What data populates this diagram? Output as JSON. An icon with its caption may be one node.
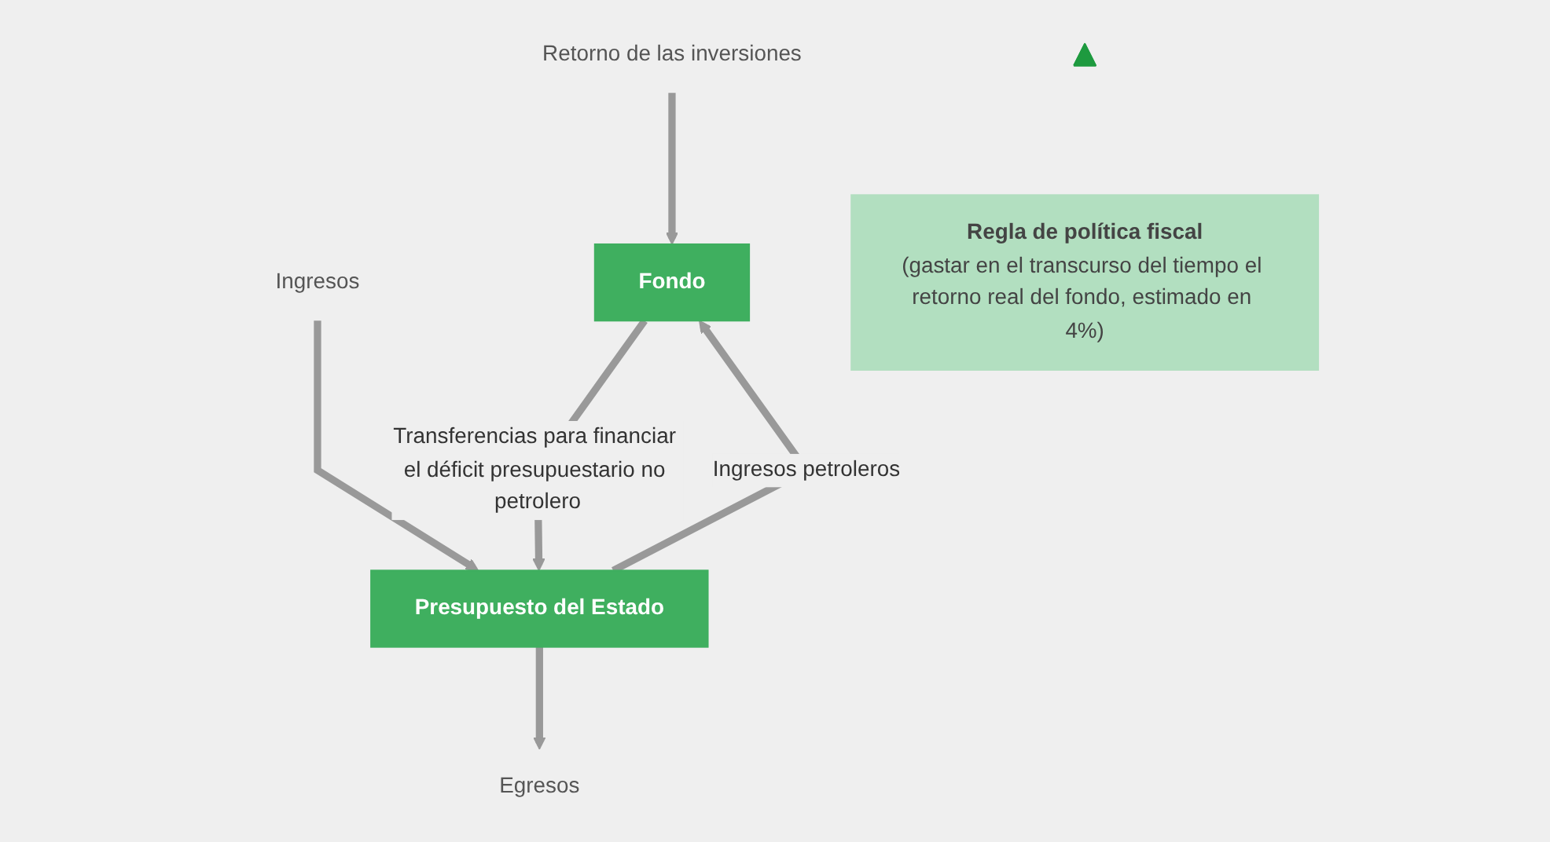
{
  "diagram": {
    "nodes": [
      {
        "text": [
          "Retorno de las inversiones"
        ]
      },
      {
        "text": [
          "Fondo"
        ]
      },
      {
        "text": [
          "Ingresos"
        ]
      },
      {
        "text": [
          "Presupuesto del Estado"
        ]
      },
      {
        "text": [
          "Egresos"
        ]
      },
      {
        "text": [],
        "shape": "triangle"
      },
      {
        "text": [
          "Regla de política fiscal",
          "(gastar en el transcurso del tiempo el retorno real del fondo, estimado en 4%)"
        ]
      }
    ],
    "edges": [
      {
        "from": 0,
        "to": 1,
        "arrow": "to"
      },
      {
        "from": 2,
        "to": 3,
        "arrow": "to"
      },
      {
        "from": 3,
        "to": 4,
        "arrow": "to"
      },
      {
        "from": 3,
        "to": 1,
        "arrow": "to",
        "label": "Ingresos petroleros"
      },
      {
        "from": 1,
        "to": 3,
        "arrow": "to",
        "label": "Transferencias para financiar el déficit presupuestario no petrolero"
      }
    ]
  }
}
